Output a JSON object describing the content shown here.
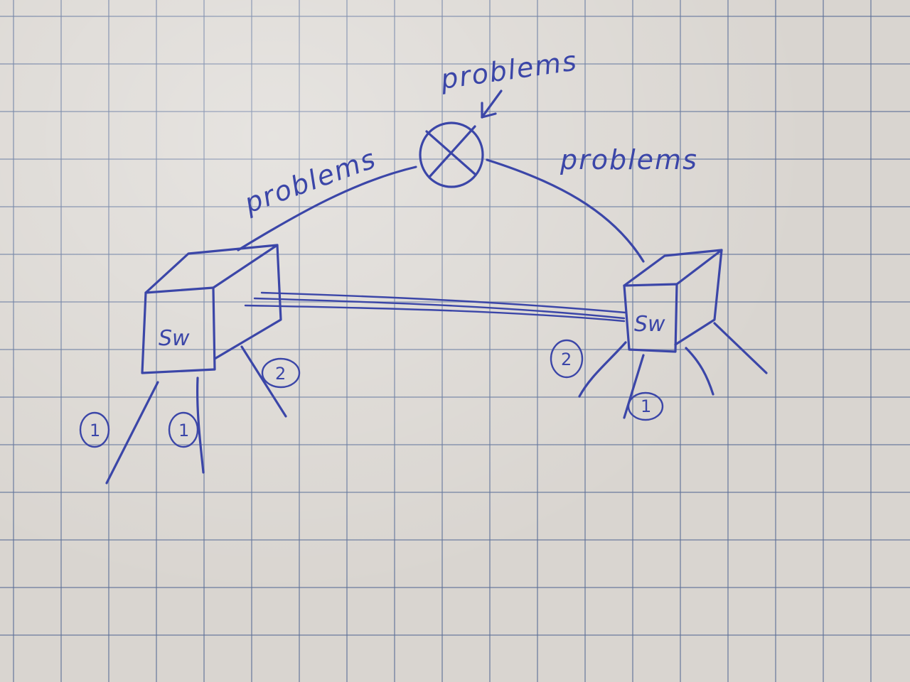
{
  "ink_color": "#3b46a8",
  "labels": {
    "problem_top": "problems",
    "problem_left": "problems",
    "problem_right": "problems"
  },
  "switches": {
    "left": "Sw",
    "right": "Sw"
  },
  "port_markers": {
    "left_1a": "1",
    "left_1b": "1",
    "left_2": "2",
    "right_2": "2",
    "right_1": "1"
  }
}
